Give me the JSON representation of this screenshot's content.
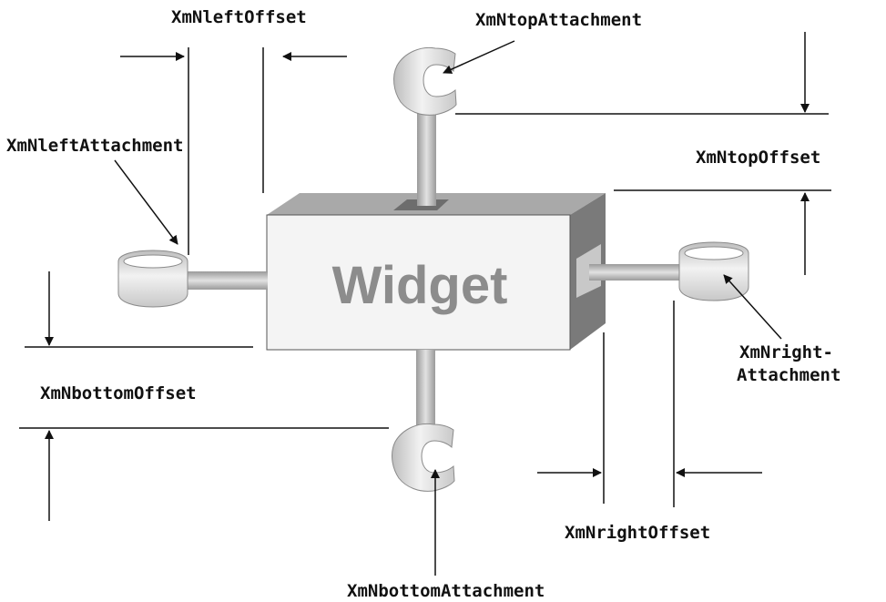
{
  "widget": {
    "label": "Widget"
  },
  "labels": {
    "left_offset": "XmNleftOffset",
    "top_attachment": "XmNtopAttachment",
    "left_attachment": "XmNleftAttachment",
    "top_offset": "XmNtopOffset",
    "right_attachment_line1": "XmNright-",
    "right_attachment_line2": "Attachment",
    "bottom_offset": "XmNbottomOffset",
    "right_offset": "XmNrightOffset",
    "bottom_attachment": "XmNbottomAttachment"
  },
  "colors": {
    "box_face": "#f4f4f4",
    "box_top": "#a9a9a9",
    "box_side": "#7a7a7a",
    "rod": "#c4c4c4",
    "line": "#111111",
    "widget_text": "#8c8c8c"
  }
}
